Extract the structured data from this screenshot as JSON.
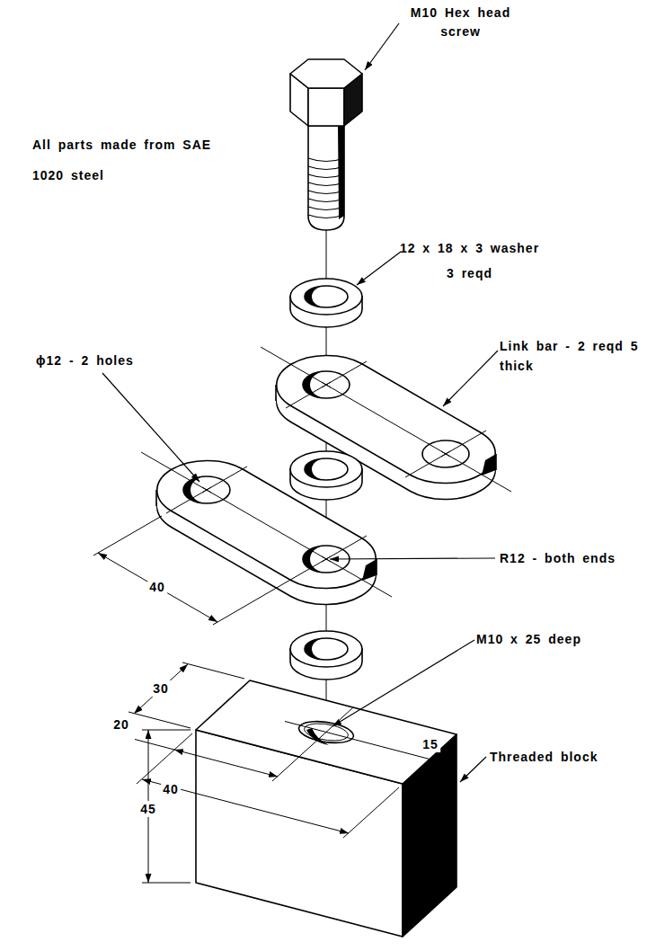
{
  "diagram": {
    "labels": [
      "M10 Hex head screw",
      "All parts made from SAE 1020 steel",
      "12 x 18 x 3 washer 3 reqd",
      "Link bar - 2 reqd 5 thick",
      "ϕ12 - 2 holes",
      "R12 - both ends",
      "40",
      "M10 x 25 deep",
      "30",
      "20",
      "15",
      "Threaded block",
      "40",
      "45"
    ]
  }
}
